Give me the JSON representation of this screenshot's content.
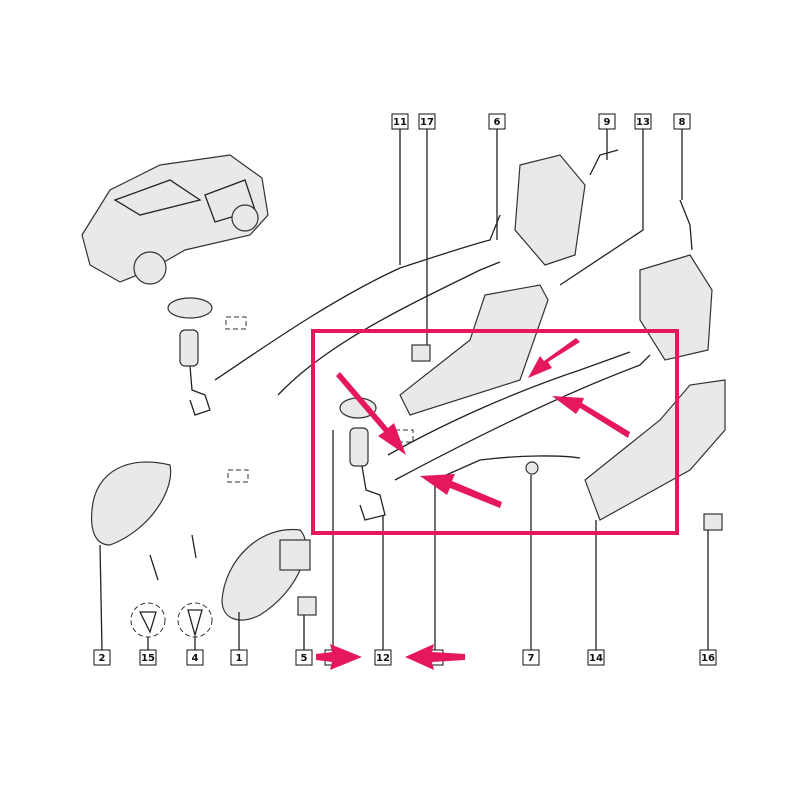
{
  "diagram": {
    "top_labels": [
      "11",
      "17",
      "6",
      "9",
      "13",
      "8"
    ],
    "bottom_labels": [
      "2",
      "15",
      "4",
      "1",
      "5",
      "12",
      "7",
      "14",
      "16"
    ],
    "highlight_color": "#e6185c"
  }
}
